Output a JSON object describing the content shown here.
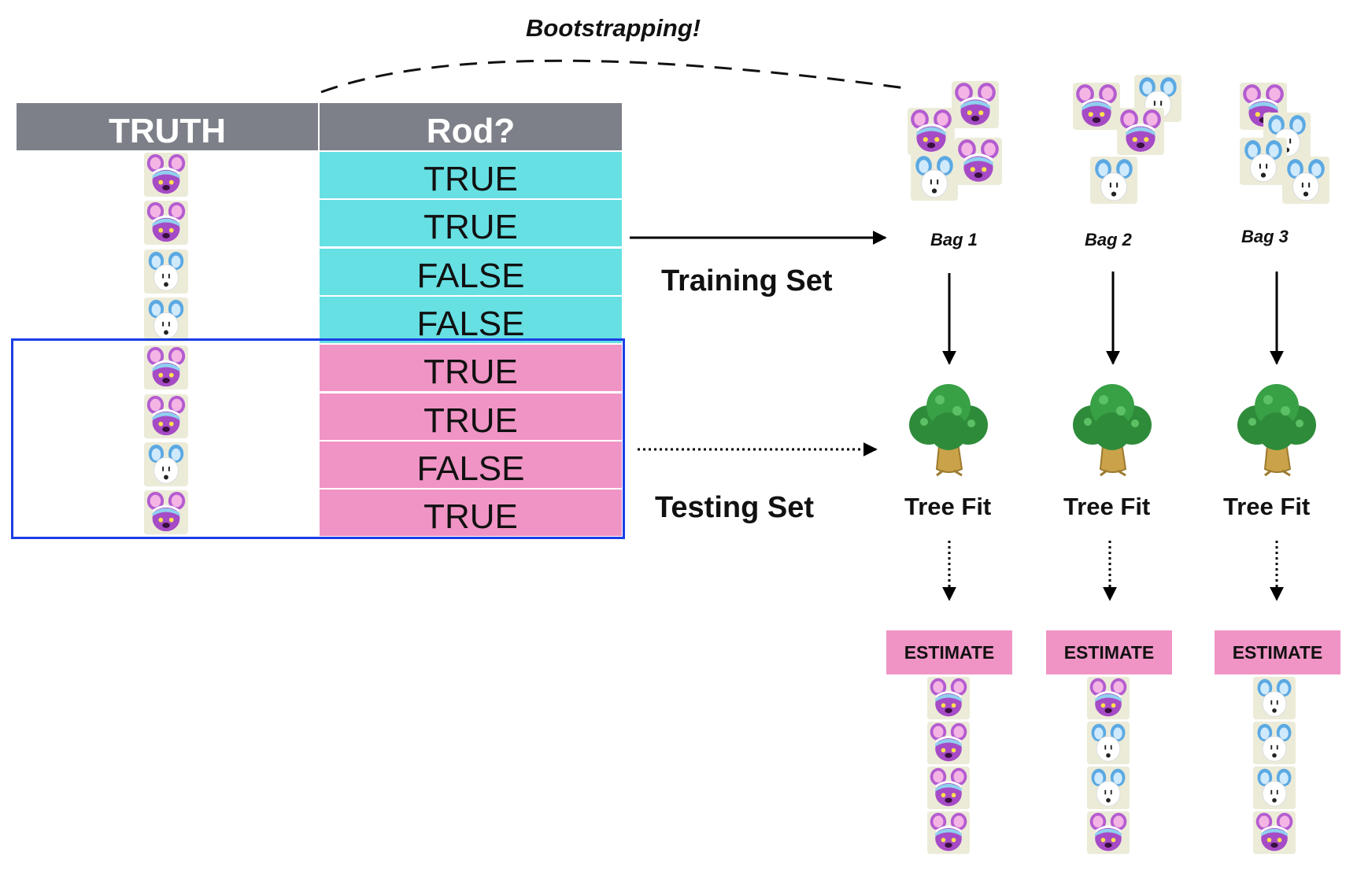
{
  "title": "Bootstrapping!",
  "table": {
    "headers": [
      "TRUTH",
      "Rod?"
    ],
    "rows": [
      {
        "animal": "rod",
        "value": "TRUE",
        "set": "training"
      },
      {
        "animal": "rod",
        "value": "TRUE",
        "set": "training"
      },
      {
        "animal": "white-mouse",
        "value": "FALSE",
        "set": "training"
      },
      {
        "animal": "white-mouse",
        "value": "FALSE",
        "set": "training"
      },
      {
        "animal": "rod",
        "value": "TRUE",
        "set": "testing"
      },
      {
        "animal": "rod",
        "value": "TRUE",
        "set": "testing"
      },
      {
        "animal": "white-mouse",
        "value": "FALSE",
        "set": "testing"
      },
      {
        "animal": "rod",
        "value": "TRUE",
        "set": "testing"
      }
    ]
  },
  "labels": {
    "training": "Training Set",
    "testing": "Testing Set",
    "tree_fit": "Tree Fit",
    "estimate": "ESTIMATE"
  },
  "bags": [
    {
      "name": "Bag 1",
      "samples": [
        "rod",
        "rod",
        "white-mouse",
        "rod"
      ],
      "estimates": [
        "rod",
        "rod",
        "rod",
        "rod"
      ]
    },
    {
      "name": "Bag 2",
      "samples": [
        "rod",
        "white-mouse",
        "rod",
        "white-mouse"
      ],
      "estimates": [
        "rod",
        "white-mouse",
        "white-mouse",
        "rod"
      ]
    },
    {
      "name": "Bag 3",
      "samples": [
        "rod",
        "white-mouse",
        "white-mouse",
        "white-mouse"
      ],
      "estimates": [
        "white-mouse",
        "white-mouse",
        "white-mouse",
        "rod"
      ]
    }
  ],
  "colors": {
    "header": "#7d8088",
    "training_cell": "#66e0e3",
    "testing_cell": "#f094c5",
    "testing_box": "#1a3ee6",
    "estimate_bg": "#f094c5",
    "tree_leaves": "#2e8b3a",
    "tree_trunk": "#c9a24a"
  }
}
